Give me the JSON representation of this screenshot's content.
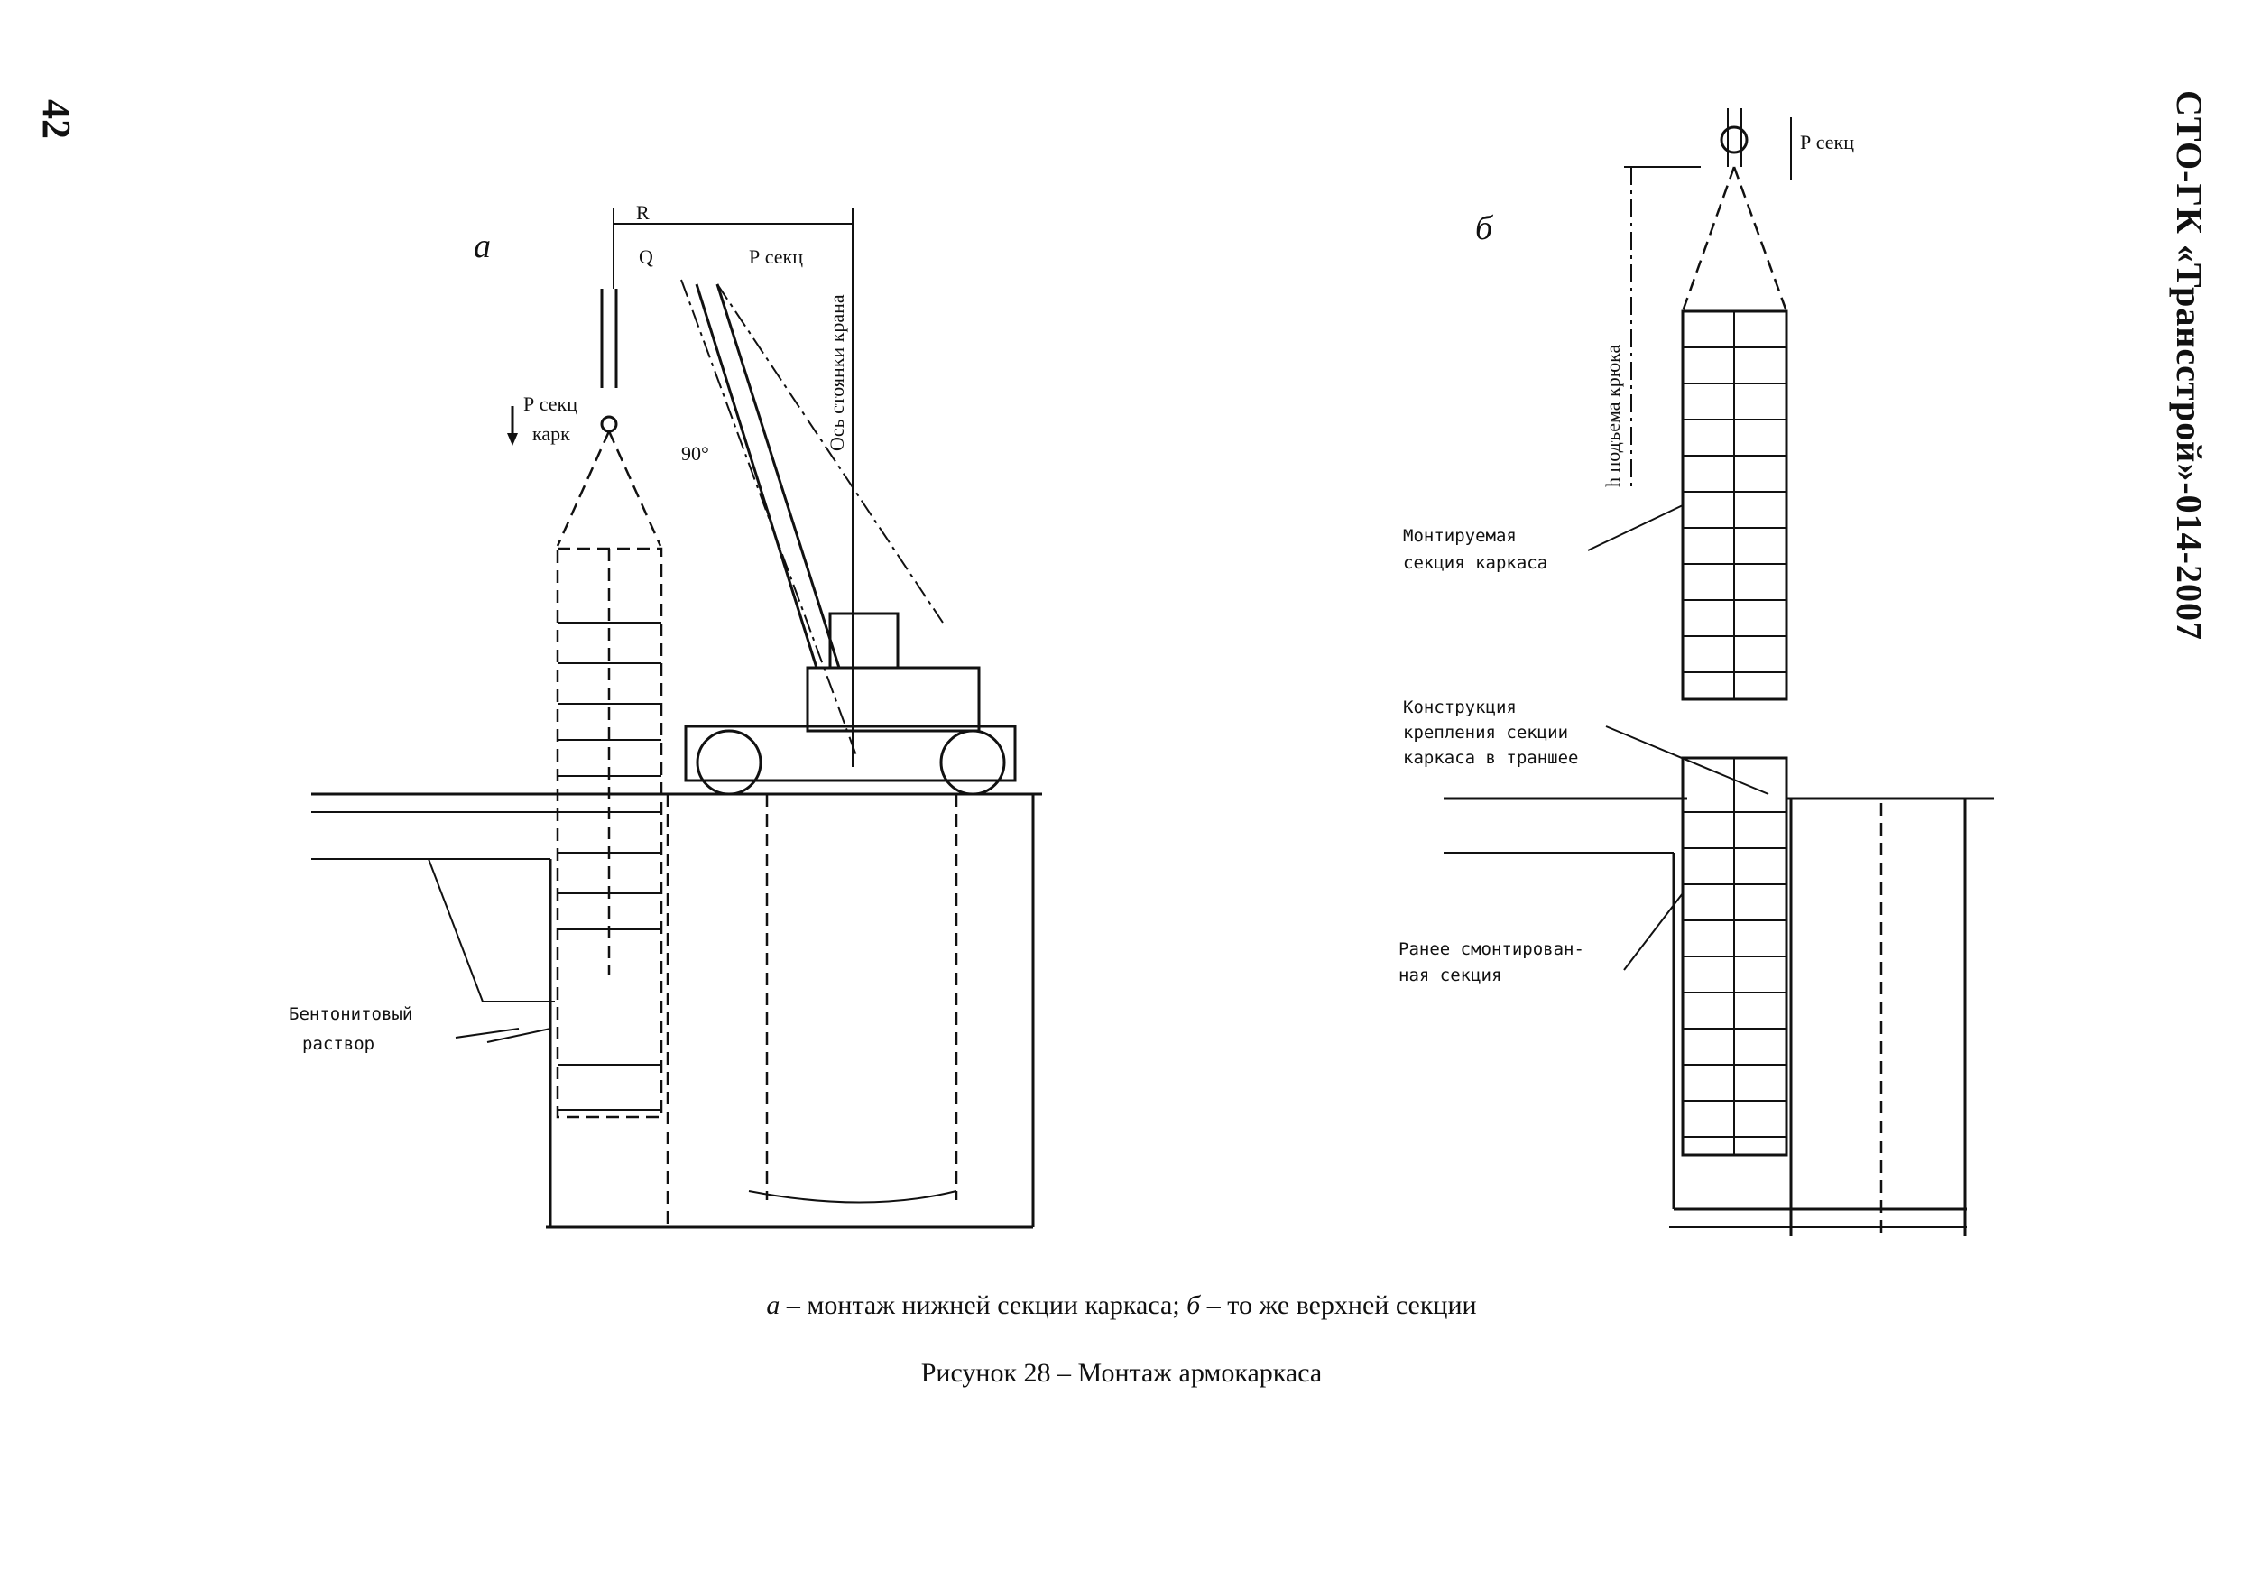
{
  "page_number": "42",
  "document_code": "СТО-ГК «Трансстрой»-014-2007",
  "figure": {
    "panel_a": {
      "letter": "а",
      "labels": {
        "radius": "R",
        "load": "Q",
        "section_weight": "Р секц",
        "weight_left": "Р секц",
        "weight_left_sub": "карк",
        "angle": "90°",
        "crane_axis": "Ось стоянки крана",
        "bentonite_1": "Бентонитовый",
        "bentonite_2": "раствор"
      }
    },
    "panel_b": {
      "letter": "б",
      "labels": {
        "weight": "Р секц",
        "hook_height": "h подъема крюка",
        "mounted_1": "Монтируемая",
        "mounted_2": "секция каркаса",
        "fixing_1": "Конструкция",
        "fixing_2": "крепления секции",
        "fixing_3": "каркаса в траншее",
        "earlier_1": "Ранее смонтирован-",
        "earlier_2": "ная секция"
      }
    }
  },
  "caption": {
    "sub_a_letter": "а",
    "sub_a_text": "– монтаж нижней секции каркаса;",
    "sub_b_letter": "б",
    "sub_b_text": "– то же верхней секции",
    "title": "Рисунок 28 – Монтаж армокаркаса"
  }
}
